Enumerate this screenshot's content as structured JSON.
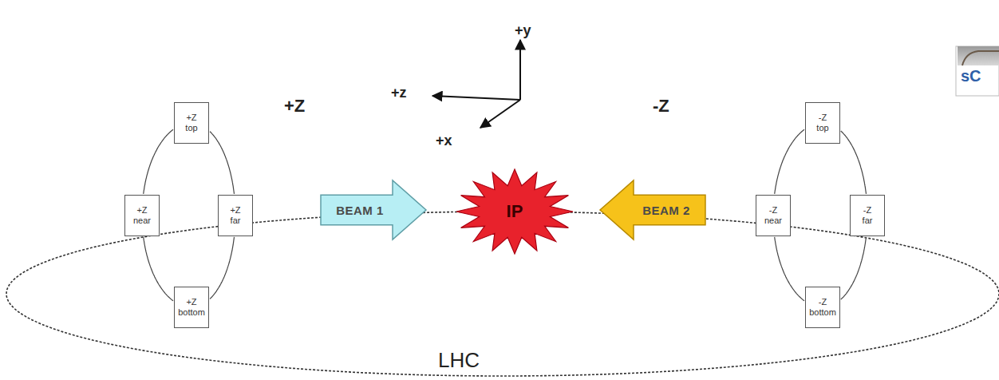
{
  "diagram": {
    "nodes": [
      {
        "text": [
          "+Z top"
        ]
      },
      {
        "text": [
          "+Z near"
        ]
      },
      {
        "text": [
          "+Z far"
        ]
      },
      {
        "text": [
          "+Z bottom"
        ]
      },
      {
        "text": [
          "BEAM 1"
        ]
      },
      {
        "text": [
          "IP"
        ]
      },
      {
        "text": [
          "BEAM 2"
        ]
      },
      {
        "text": [
          "-Z top"
        ]
      },
      {
        "text": [
          "-Z near"
        ]
      },
      {
        "text": [
          "-Z far"
        ]
      },
      {
        "text": [
          "-Z bottom"
        ]
      }
    ],
    "edges": [
      {
        "from": 0,
        "to": 1,
        "arrow": "none"
      },
      {
        "from": 1,
        "to": 3,
        "arrow": "none"
      },
      {
        "from": 3,
        "to": 2,
        "arrow": "none"
      },
      {
        "from": 2,
        "to": 0,
        "arrow": "none"
      },
      {
        "from": 7,
        "to": 8,
        "arrow": "none"
      },
      {
        "from": 8,
        "to": 10,
        "arrow": "none"
      },
      {
        "from": 10,
        "to": 9,
        "arrow": "none"
      },
      {
        "from": 9,
        "to": 7,
        "arrow": "none"
      }
    ],
    "labels": [
      "+y",
      "+z",
      "+x",
      "+Z",
      "-Z",
      "LHC",
      "sC"
    ]
  }
}
